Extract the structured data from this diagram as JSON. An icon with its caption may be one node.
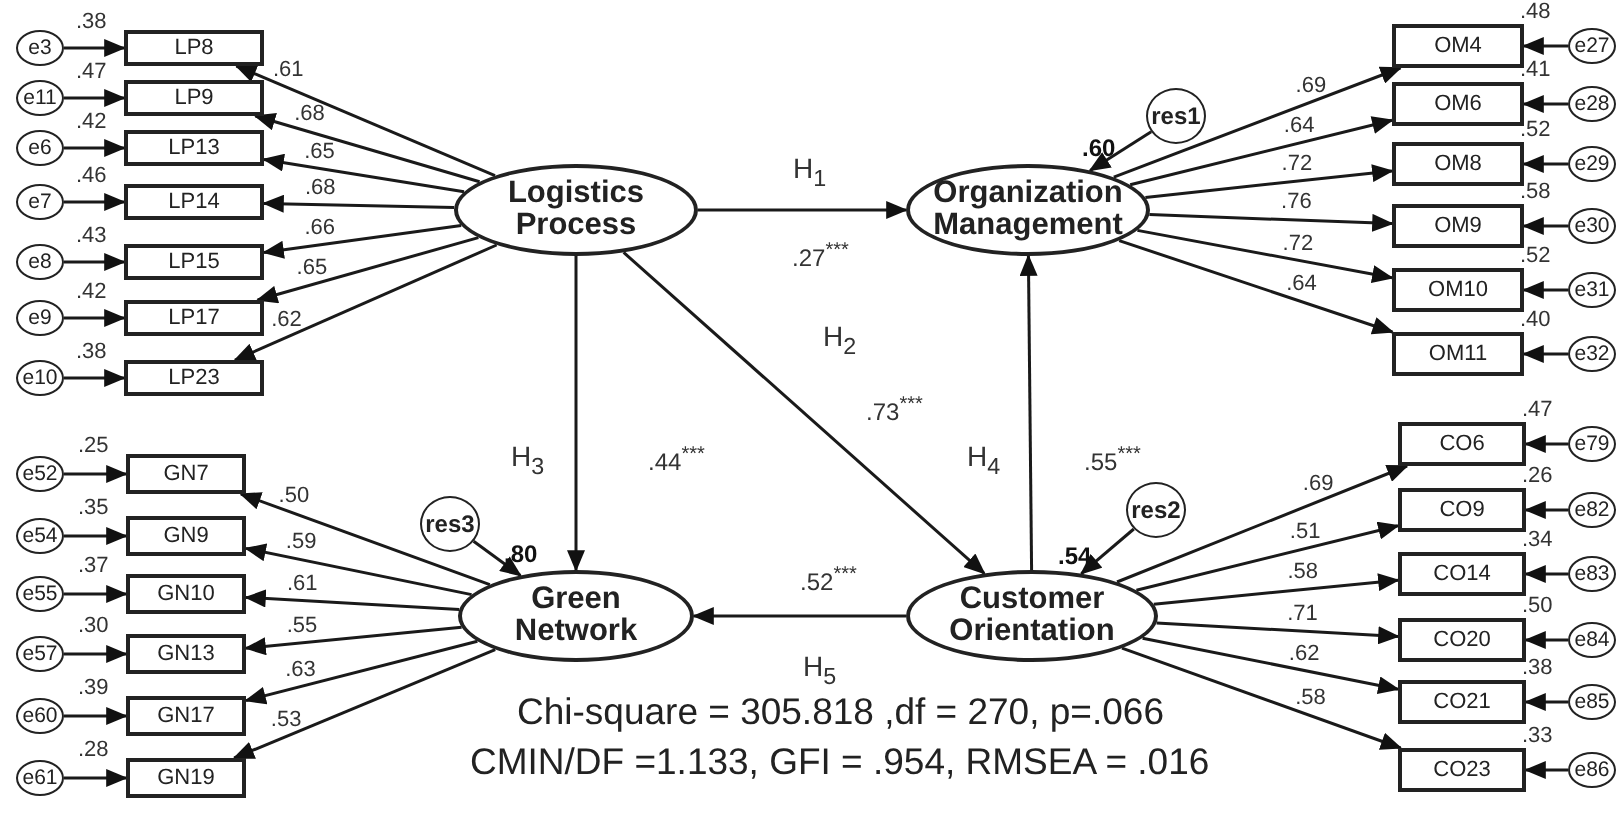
{
  "diagram": {
    "nodes": [
      {
        "text": [
          "Logistics Process"
        ]
      },
      {
        "text": [
          "Organization Management"
        ],
        "beside": [
          ".60"
        ]
      },
      {
        "text": [
          "Green Network"
        ],
        "beside": [
          ".80"
        ]
      },
      {
        "text": [
          "Customer Orientation"
        ],
        "beside": [
          ".54"
        ]
      },
      {
        "text": [
          "res1"
        ]
      },
      {
        "text": [
          "res2"
        ]
      },
      {
        "text": [
          "res3"
        ]
      },
      {
        "text": [
          "LP8"
        ],
        "beside": [
          ".38"
        ]
      },
      {
        "text": [
          "LP9"
        ],
        "beside": [
          ".47"
        ]
      },
      {
        "text": [
          "LP13"
        ],
        "beside": [
          ".42"
        ]
      },
      {
        "text": [
          "LP14"
        ],
        "beside": [
          ".46"
        ]
      },
      {
        "text": [
          "LP15"
        ],
        "beside": [
          ".43"
        ]
      },
      {
        "text": [
          "LP17"
        ],
        "beside": [
          ".42"
        ]
      },
      {
        "text": [
          "LP23"
        ],
        "beside": [
          ".38"
        ]
      },
      {
        "text": [
          "e3"
        ]
      },
      {
        "text": [
          "e11"
        ]
      },
      {
        "text": [
          "e6"
        ]
      },
      {
        "text": [
          "e7"
        ]
      },
      {
        "text": [
          "e8"
        ]
      },
      {
        "text": [
          "e9"
        ]
      },
      {
        "text": [
          "e10"
        ]
      },
      {
        "text": [
          "OM4"
        ],
        "beside": [
          ".48"
        ]
      },
      {
        "text": [
          "OM6"
        ],
        "beside": [
          ".41"
        ]
      },
      {
        "text": [
          "OM8"
        ],
        "beside": [
          ".52"
        ]
      },
      {
        "text": [
          "OM9"
        ],
        "beside": [
          ".58"
        ]
      },
      {
        "text": [
          "OM10"
        ],
        "beside": [
          ".52"
        ]
      },
      {
        "text": [
          "OM11"
        ],
        "beside": [
          ".40"
        ]
      },
      {
        "text": [
          "e27"
        ]
      },
      {
        "text": [
          "e28"
        ]
      },
      {
        "text": [
          "e29"
        ]
      },
      {
        "text": [
          "e30"
        ]
      },
      {
        "text": [
          "e31"
        ]
      },
      {
        "text": [
          "e32"
        ]
      },
      {
        "text": [
          "GN7"
        ],
        "beside": [
          ".25"
        ]
      },
      {
        "text": [
          "GN9"
        ],
        "beside": [
          ".35"
        ]
      },
      {
        "text": [
          "GN10"
        ],
        "beside": [
          ".37"
        ]
      },
      {
        "text": [
          "GN13"
        ],
        "beside": [
          ".30"
        ]
      },
      {
        "text": [
          "GN17"
        ],
        "beside": [
          ".39"
        ]
      },
      {
        "text": [
          "GN19"
        ],
        "beside": [
          ".28"
        ]
      },
      {
        "text": [
          "e52"
        ]
      },
      {
        "text": [
          "e54"
        ]
      },
      {
        "text": [
          "e55"
        ]
      },
      {
        "text": [
          "e57"
        ]
      },
      {
        "text": [
          "e60"
        ]
      },
      {
        "text": [
          "e61"
        ]
      },
      {
        "text": [
          "CO6"
        ],
        "beside": [
          ".47"
        ]
      },
      {
        "text": [
          "CO9"
        ],
        "beside": [
          ".26"
        ]
      },
      {
        "text": [
          "CO14"
        ],
        "beside": [
          ".34"
        ]
      },
      {
        "text": [
          "CO20"
        ],
        "beside": [
          ".50"
        ]
      },
      {
        "text": [
          "CO21"
        ],
        "beside": [
          ".38"
        ]
      },
      {
        "text": [
          "CO23"
        ],
        "beside": [
          ".33"
        ]
      },
      {
        "text": [
          "e79"
        ]
      },
      {
        "text": [
          "e82"
        ]
      },
      {
        "text": [
          "e83"
        ]
      },
      {
        "text": [
          "e84"
        ]
      },
      {
        "text": [
          "e85"
        ]
      },
      {
        "text": [
          "e86"
        ]
      }
    ],
    "edges": [
      {
        "from": 0,
        "to": 1,
        "arrow": "to",
        "label": ".27$^{***}$"
      },
      {
        "from": 0,
        "to": 3,
        "arrow": "to",
        "label": ".73$^{***}$"
      },
      {
        "from": 0,
        "to": 2,
        "arrow": "to",
        "label": ".44$^{***}$"
      },
      {
        "from": 3,
        "to": 1,
        "arrow": "to",
        "label": ".55$^{***}$"
      },
      {
        "from": 3,
        "to": 2,
        "arrow": "to",
        "label": ".52$^{***}$"
      },
      {
        "from": 4,
        "to": 1,
        "arrow": "to"
      },
      {
        "from": 5,
        "to": 3,
        "arrow": "to"
      },
      {
        "from": 6,
        "to": 2,
        "arrow": "to"
      },
      {
        "from": 0,
        "to": 7,
        "arrow": "to",
        "label": ".61"
      },
      {
        "from": 0,
        "to": 8,
        "arrow": "to",
        "label": ".68"
      },
      {
        "from": 0,
        "to": 9,
        "arrow": "to",
        "label": ".65"
      },
      {
        "from": 0,
        "to": 10,
        "arrow": "to",
        "label": ".68"
      },
      {
        "from": 0,
        "to": 11,
        "arrow": "to",
        "label": ".66"
      },
      {
        "from": 0,
        "to": 12,
        "arrow": "to",
        "label": ".65"
      },
      {
        "from": 0,
        "to": 13,
        "arrow": "to",
        "label": ".62"
      },
      {
        "from": 14,
        "to": 7,
        "arrow": "to"
      },
      {
        "from": 15,
        "to": 8,
        "arrow": "to"
      },
      {
        "from": 16,
        "to": 9,
        "arrow": "to"
      },
      {
        "from": 17,
        "to": 10,
        "arrow": "to"
      },
      {
        "from": 18,
        "to": 11,
        "arrow": "to"
      },
      {
        "from": 19,
        "to": 12,
        "arrow": "to"
      },
      {
        "from": 20,
        "to": 13,
        "arrow": "to"
      },
      {
        "from": 1,
        "to": 21,
        "arrow": "to",
        "label": ".69"
      },
      {
        "from": 1,
        "to": 22,
        "arrow": "to",
        "label": ".64"
      },
      {
        "from": 1,
        "to": 23,
        "arrow": "to",
        "label": ".72"
      },
      {
        "from": 1,
        "to": 24,
        "arrow": "to",
        "label": ".76"
      },
      {
        "from": 1,
        "to": 25,
        "arrow": "to",
        "label": ".72"
      },
      {
        "from": 1,
        "to": 26,
        "arrow": "to",
        "label": ".64"
      },
      {
        "from": 27,
        "to": 21,
        "arrow": "to"
      },
      {
        "from": 28,
        "to": 22,
        "arrow": "to"
      },
      {
        "from": 29,
        "to": 23,
        "arrow": "to"
      },
      {
        "from": 30,
        "to": 24,
        "arrow": "to"
      },
      {
        "from": 31,
        "to": 25,
        "arrow": "to"
      },
      {
        "from": 32,
        "to": 26,
        "arrow": "to"
      },
      {
        "from": 2,
        "to": 33,
        "arrow": "to",
        "label": ".50"
      },
      {
        "from": 2,
        "to": 34,
        "arrow": "to",
        "label": ".59"
      },
      {
        "from": 2,
        "to": 35,
        "arrow": "to",
        "label": ".61"
      },
      {
        "from": 2,
        "to": 36,
        "arrow": "to",
        "label": ".55"
      },
      {
        "from": 2,
        "to": 37,
        "arrow": "to",
        "label": ".63"
      },
      {
        "from": 2,
        "to": 38,
        "arrow": "to",
        "label": ".53"
      },
      {
        "from": 39,
        "to": 33,
        "arrow": "to"
      },
      {
        "from": 40,
        "to": 34,
        "arrow": "to"
      },
      {
        "from": 41,
        "to": 35,
        "arrow": "to"
      },
      {
        "from": 42,
        "to": 36,
        "arrow": "to"
      },
      {
        "from": 43,
        "to": 37,
        "arrow": "to"
      },
      {
        "from": 44,
        "to": 38,
        "arrow": "to"
      },
      {
        "from": 3,
        "to": 45,
        "arrow": "to",
        "label": ".69"
      },
      {
        "from": 3,
        "to": 46,
        "arrow": "to",
        "label": ".51"
      },
      {
        "from": 3,
        "to": 47,
        "arrow": "to",
        "label": ".58"
      },
      {
        "from": 3,
        "to": 48,
        "arrow": "to",
        "label": ".71"
      },
      {
        "from": 3,
        "to": 49,
        "arrow": "to",
        "label": ".62"
      },
      {
        "from": 3,
        "to": 50,
        "arrow": "to",
        "label": ".58"
      },
      {
        "from": 51,
        "to": 45,
        "arrow": "to"
      },
      {
        "from": 52,
        "to": 46,
        "arrow": "to"
      },
      {
        "from": 53,
        "to": 47,
        "arrow": "to"
      },
      {
        "from": 54,
        "to": 48,
        "arrow": "to"
      },
      {
        "from": 55,
        "to": 49,
        "arrow": "to"
      },
      {
        "from": 56,
        "to": 50,
        "arrow": "to"
      }
    ],
    "labels": [
      "H$_{1}$",
      "H$_{2}$",
      "H$_{3}$",
      "H$_{4}$",
      "H$_{5}$",
      "Chi-square = 305.818 ,df = 270, p=.066",
      "CMIN/DF =1.133, GFI = .954, RMSEA = .016"
    ]
  }
}
